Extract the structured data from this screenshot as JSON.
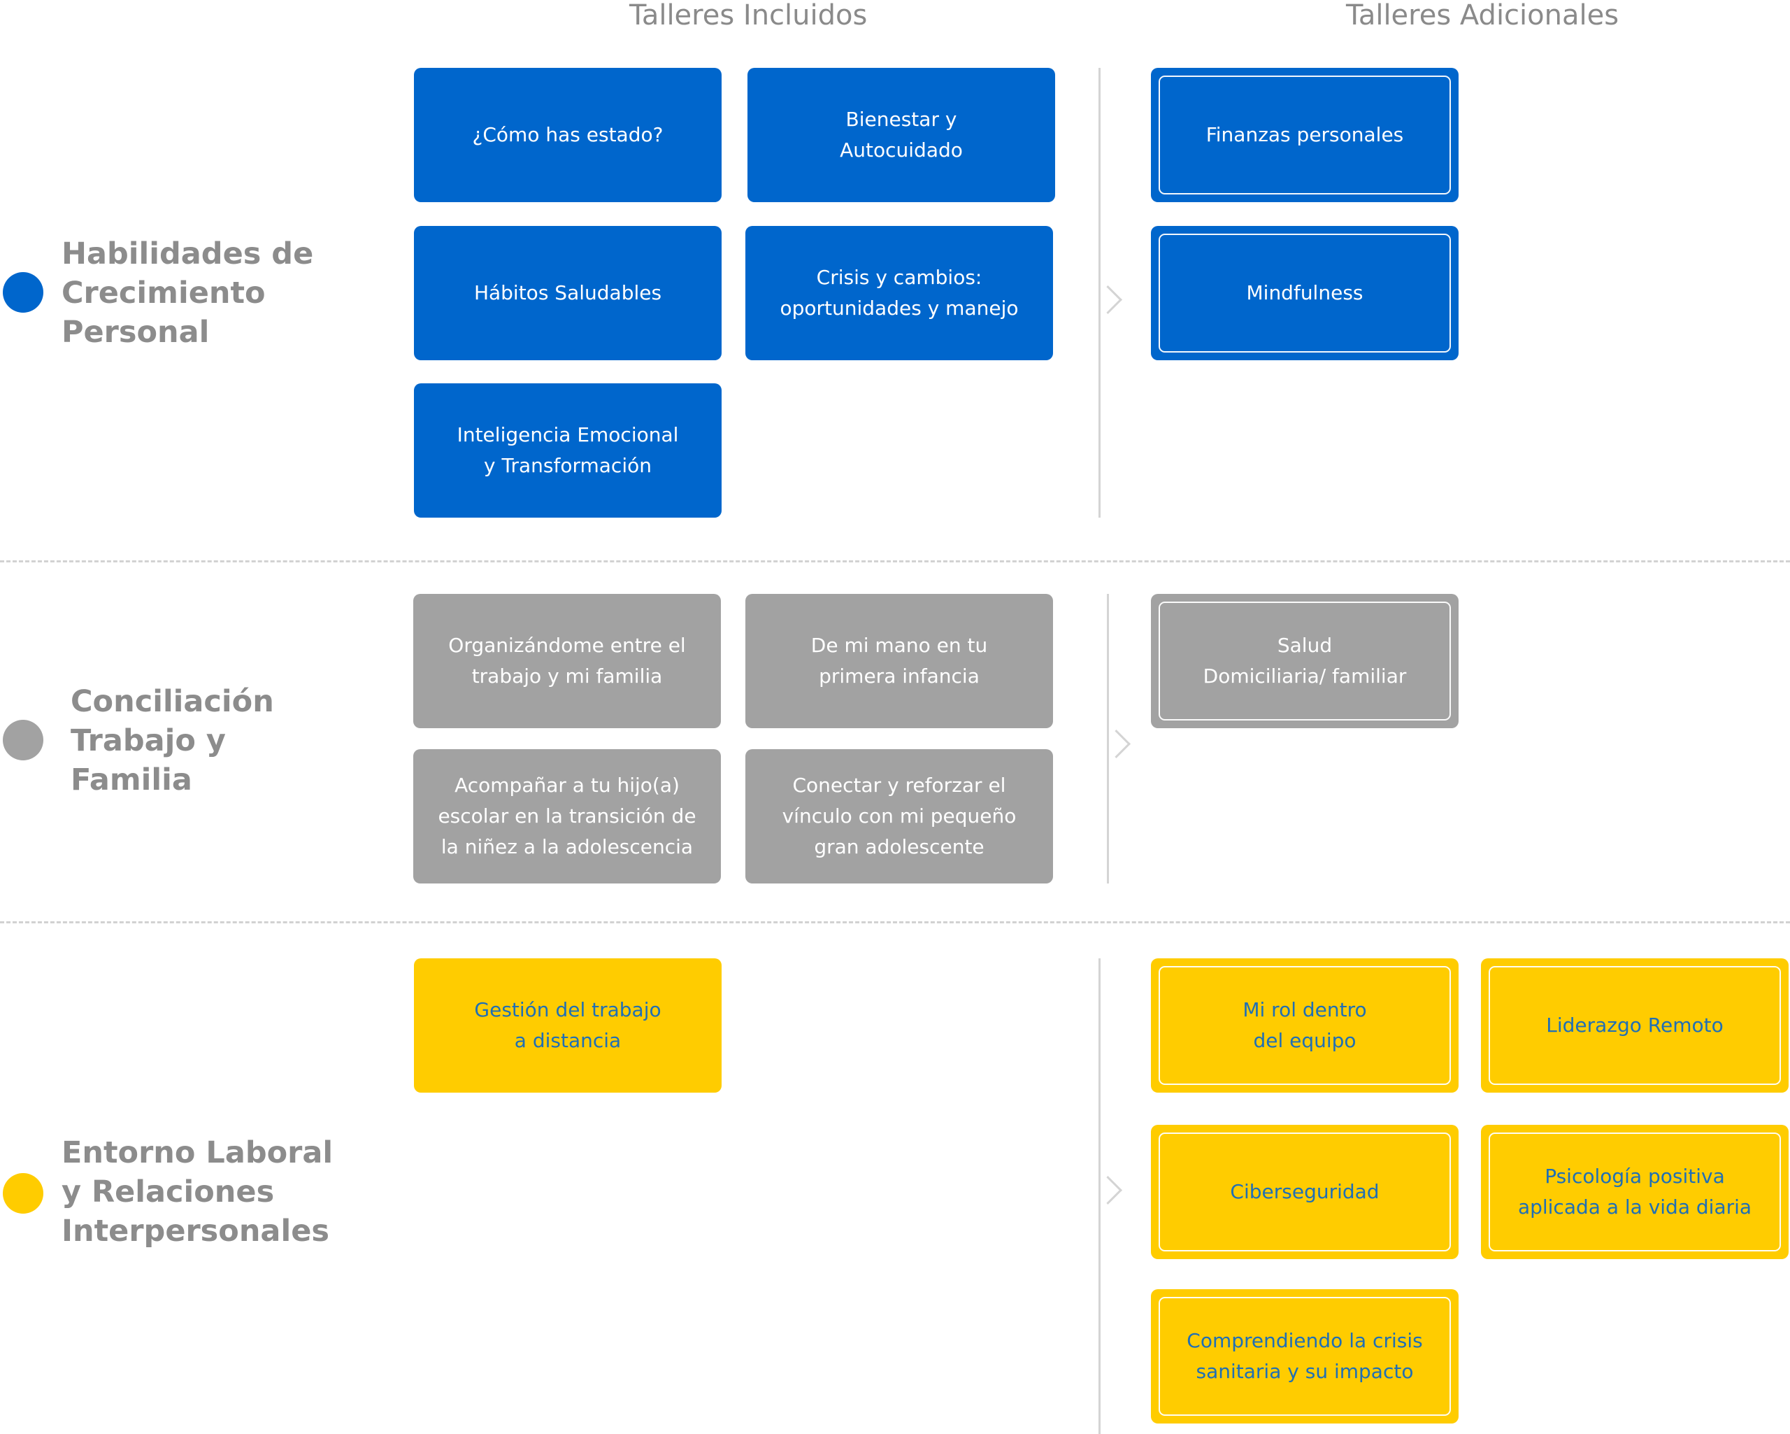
{
  "columns": {
    "included": "Talleres Incluidos",
    "additional": "Talleres Adicionales"
  },
  "colors": {
    "blue": "#0066cc",
    "gray": "#a2a2a2",
    "yellow": "#ffcc00",
    "yellow_text": "#1f6fb6",
    "category_text": "#8c8c8c"
  },
  "categories": [
    {
      "label": "Habilidades de\nCrecimiento\nPersonal",
      "color": "blue",
      "included": [
        "¿Cómo has estado?",
        "Bienestar y\nAutocuidado",
        "Hábitos Saludables",
        "Crisis y cambios:\noportunidades y manejo",
        "Inteligencia Emocional\ny Transformación"
      ],
      "additional": [
        "Finanzas personales",
        "Mindfulness"
      ]
    },
    {
      "label": "Conciliación\nTrabajo y\nFamilia",
      "color": "gray",
      "included": [
        "Organizándome entre el\ntrabajo y mi familia",
        "De mi mano en tu\nprimera infancia",
        "Acompañar a tu hijo(a)\nescolar en la transición de\nla niñez a la adolescencia",
        "Conectar y reforzar el\nvínculo con mi pequeño\ngran adolescente"
      ],
      "additional": [
        "Salud\nDomiciliaria/ familiar"
      ]
    },
    {
      "label": "Entorno Laboral\ny Relaciones\nInterpersonales",
      "color": "yellow",
      "included": [
        "Gestión del trabajo\na distancia"
      ],
      "additional": [
        "Mi rol dentro\ndel equipo",
        "Liderazgo Remoto",
        "Ciberseguridad",
        "Psicología positiva\naplicada a la vida diaria",
        "Comprendiendo la crisis\nsanitaria y su impacto"
      ]
    }
  ]
}
